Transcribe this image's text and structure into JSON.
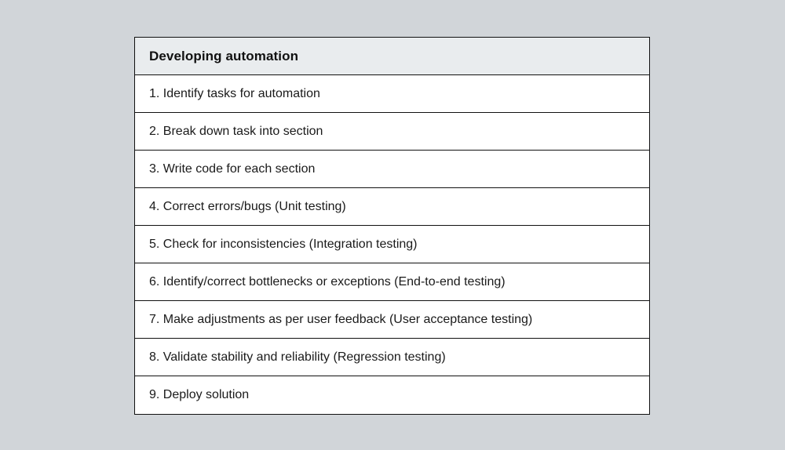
{
  "page": {
    "background_color": "#d1d5d9"
  },
  "table": {
    "border_color": "#111111",
    "header": {
      "title": "Developing automation",
      "background_color": "#e9ecee",
      "text_color": "#111111"
    },
    "body": {
      "background_color": "#ffffff",
      "text_color": "#1a1a1a"
    },
    "rows": [
      {
        "text": "1. Identify tasks for automation"
      },
      {
        "text": "2. Break down task into section"
      },
      {
        "text": "3. Write code for each section"
      },
      {
        "text": "4. Correct errors/bugs (Unit testing)"
      },
      {
        "text": "5. Check for inconsistencies (Integration testing)"
      },
      {
        "text": "6. Identify/correct bottlenecks or exceptions (End-to-end testing)"
      },
      {
        "text": "7. Make adjustments as per user feedback (User acceptance testing)"
      },
      {
        "text": "8. Validate stability and reliability (Regression testing)"
      },
      {
        "text": "9. Deploy solution"
      }
    ]
  }
}
